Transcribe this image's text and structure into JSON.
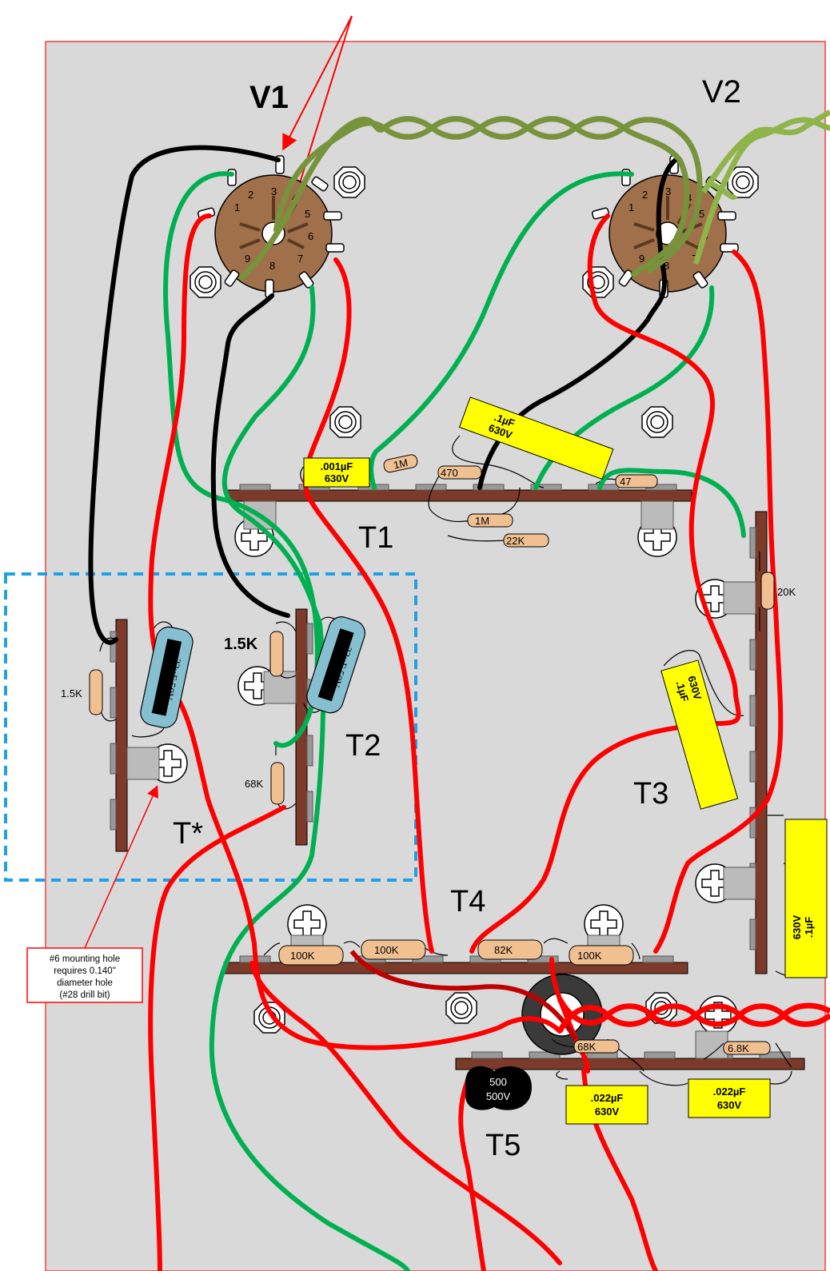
{
  "labels": {
    "v1": "V1",
    "v2": "V2",
    "t1": "T1",
    "t2": "T2",
    "t3": "T3",
    "t4": "T4",
    "t5": "T5",
    "tstar": "T*"
  },
  "socket_pins": [
    "1",
    "2",
    "3",
    "4",
    "5",
    "6",
    "7",
    "8",
    "9"
  ],
  "capacitors": {
    "c_001": {
      "value": ".001µF",
      "voltage": "630V"
    },
    "c_1_t1": {
      "value": ".1µF",
      "voltage": "630V"
    },
    "c_1_t3": {
      "value": ".1µF",
      "voltage": "630V"
    },
    "c_1_right": {
      "value": ".1µF",
      "voltage": "630V"
    },
    "c_022_a": {
      "value": ".022µF",
      "voltage": "630V"
    },
    "c_022_b": {
      "value": ".022µF",
      "voltage": "630V"
    },
    "elec_1": {
      "text": "22µF 50V"
    },
    "elec_2": {
      "text": "22µF 50V"
    },
    "disc_500": {
      "value": "500",
      "voltage": "500V"
    }
  },
  "resistors": {
    "r_1m_top": "1M",
    "r_470": "470",
    "r_1m_bot": "1M",
    "r_22k": "22K",
    "r_47": "47",
    "r_20k": "20K",
    "r_15k_left": "1.5K",
    "r_15k_t2": "1.5K",
    "r_68k_t2": "68K",
    "r_100k_a": "100K",
    "r_100k_b": "100K",
    "r_82k": "82K",
    "r_100k_c": "100K",
    "r_68k_t5": "68K",
    "r_68k_t5b": "6.8K"
  },
  "note": {
    "line1": "#6 mounting hole",
    "line2": "requires 0.140\"",
    "line3": "diameter hole",
    "line4": "(#28 drill bit)"
  },
  "colors": {
    "chassis": "#d9d9d9",
    "chassis_border": "#ff3b3b",
    "red_wire": "#ff0000",
    "green_wire": "#00b050",
    "black_wire": "#000000",
    "olive_wire": "#77933c",
    "light_olive_wire": "#8eb44a",
    "tag_strip": "#7b3a2a",
    "socket": "#a0704a",
    "yellow_cap": "#ffff00",
    "blue_cap": "#86c0d0",
    "dashed_box": "#1fa0e6",
    "arrow": "#ff0000"
  }
}
